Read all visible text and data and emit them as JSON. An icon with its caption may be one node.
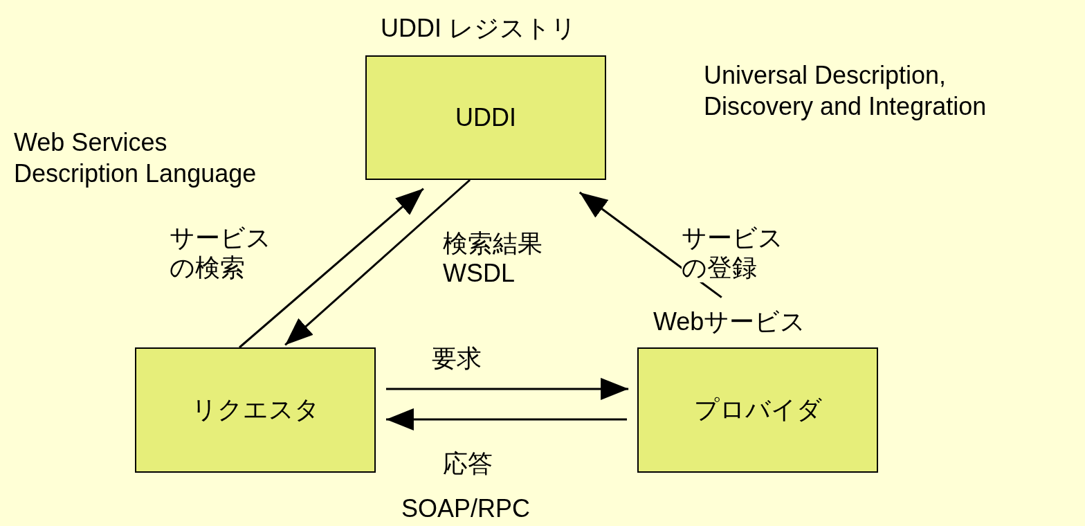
{
  "diagram": {
    "nodes": [
      {
        "text": [
          "UDDI"
        ],
        "beside": [
          "UDDI レジストリ"
        ]
      },
      {
        "text": [
          "リクエスタ"
        ]
      },
      {
        "text": [
          "プロバイダ"
        ],
        "beside": [
          "Webサービス"
        ]
      }
    ],
    "edges": [
      {
        "from": 1,
        "to": 0,
        "arrow": "to",
        "label": "サービスの検索"
      },
      {
        "from": 0,
        "to": 1,
        "arrow": "to",
        "label": "検索結果 WSDL"
      },
      {
        "from": 2,
        "to": 0,
        "arrow": "to",
        "label": "サービスの登録"
      },
      {
        "from": 1,
        "to": 2,
        "arrow": "to",
        "label": "要求"
      },
      {
        "from": 2,
        "to": 1,
        "arrow": "to",
        "label": "応答"
      }
    ],
    "labels": [
      "Universal Description, Discovery and Integration",
      "Web Services Description Language",
      "SOAP/RPC"
    ]
  }
}
